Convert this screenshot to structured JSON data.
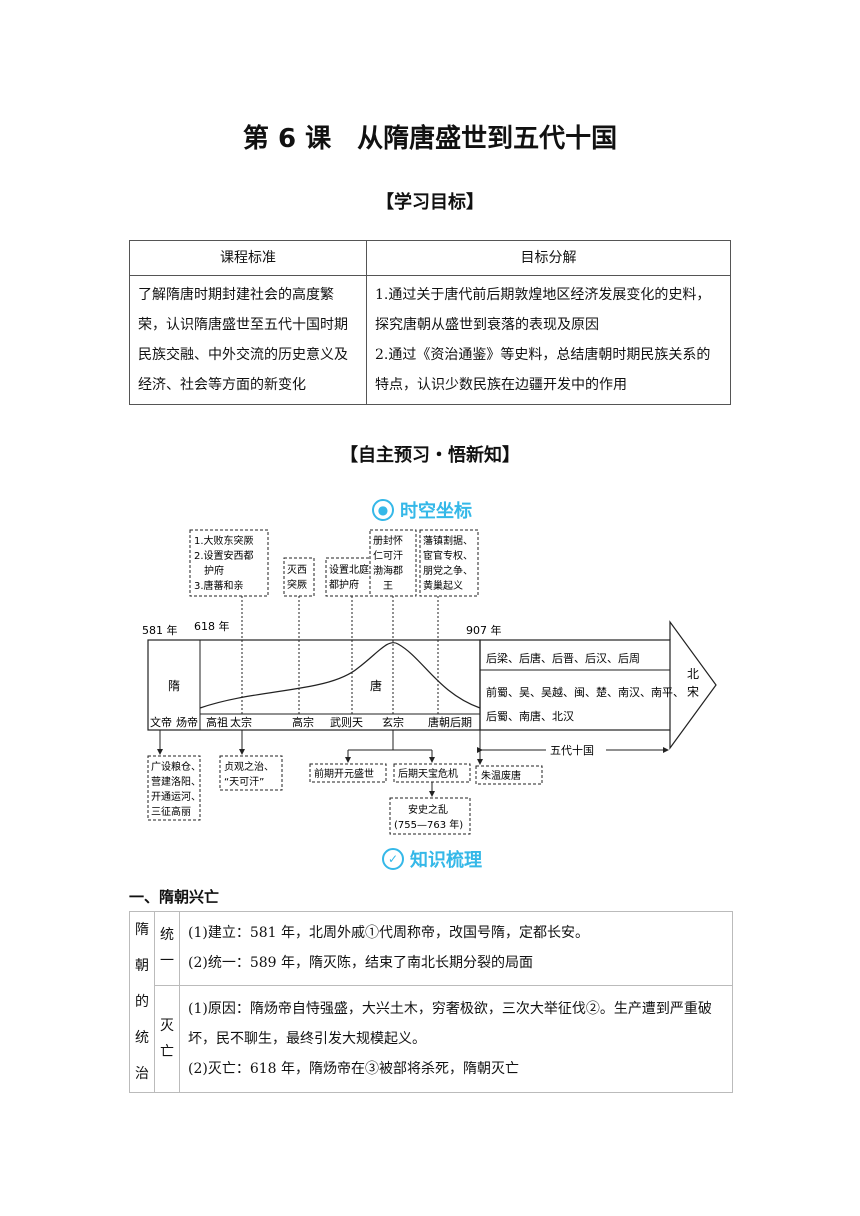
{
  "title": "第 6 课　从隋唐盛世到五代十国",
  "goals_heading": "【学习目标】",
  "goals": {
    "col1": "课程标准",
    "col2": "目标分解",
    "standard": "了解隋唐时期封建社会的高度繁荣，认识隋唐盛世至五代十国时期民族交融、中外交流的历史意义及经济、社会等方面的新变化",
    "point1": "1.通过关于唐代前后期敦煌地区经济发展变化的史料，探究唐朝从盛世到衰落的表现及原因",
    "point2": "2.通过《资治通鉴》等史料，总结唐朝时期民族关系的特点，认识少数民族在边疆开发中的作用"
  },
  "preview_heading": "【自主预习・悟新知】",
  "timeline_stamp": "时空坐标",
  "knowledge_stamp": "知识梳理",
  "timeline": {
    "year_581": "581 年",
    "year_618": "618 年",
    "year_907": "907 年",
    "sui": "隋",
    "tang": "唐",
    "song": "北宋",
    "five_dynasties": "后梁、后唐、后晋、后汉、后周",
    "ten_kingdoms_1": "前蜀、吴、吴越、闽、楚、南汉、南平、",
    "ten_kingdoms_2": "后蜀、南唐、北汉",
    "wudai_label": "五代十国",
    "emperors": [
      "文帝",
      "炀帝",
      "高祖",
      "太宗",
      "高宗",
      "武则天",
      "玄宗",
      "唐朝后期"
    ],
    "top_boxes": [
      [
        "1.大败东突厥",
        "2.设置安西都",
        "护府",
        "3.唐蕃和亲"
      ],
      [
        "灭西",
        "突厥"
      ],
      [
        "设置北庭",
        "都护府"
      ],
      [
        "册封怀",
        "仁可汗",
        "渤海郡",
        "王"
      ],
      [
        "藩镇割据、",
        "宦官专权、",
        "朋党之争、",
        "黄巢起义"
      ]
    ],
    "bottom_boxes": [
      [
        "广设粮仓、",
        "营建洛阳、",
        "开通运河、",
        "三征高丽"
      ],
      [
        "贞观之治、",
        "“天可汗”"
      ],
      [
        "前期开元盛世"
      ],
      [
        "后期天宝危机"
      ],
      [
        "朱温废唐"
      ],
      [
        "安史之乱",
        "(755—763 年)"
      ]
    ]
  },
  "section1": {
    "heading": "一、隋朝兴亡",
    "main_label": [
      "隋",
      "朝",
      "的",
      "统",
      "治"
    ],
    "unify_label": [
      "统",
      "一"
    ],
    "fall_label": [
      "灭",
      "亡"
    ],
    "unify_1": "(1)建立：581 年，北周外戚①代周称帝，改国号隋，定都长安。",
    "unify_2": "(2)统一：589 年，隋灭陈，结束了南北长期分裂的局面",
    "fall_1": "(1)原因：隋炀帝自恃强盛，大兴土木，穷奢极欲，三次大举征伐②。生产遭到严重破坏，民不聊生，最终引发大规模起义。",
    "fall_2": "(2)灭亡：618 年，隋炀帝在③被部将杀死，隋朝灭亡"
  }
}
